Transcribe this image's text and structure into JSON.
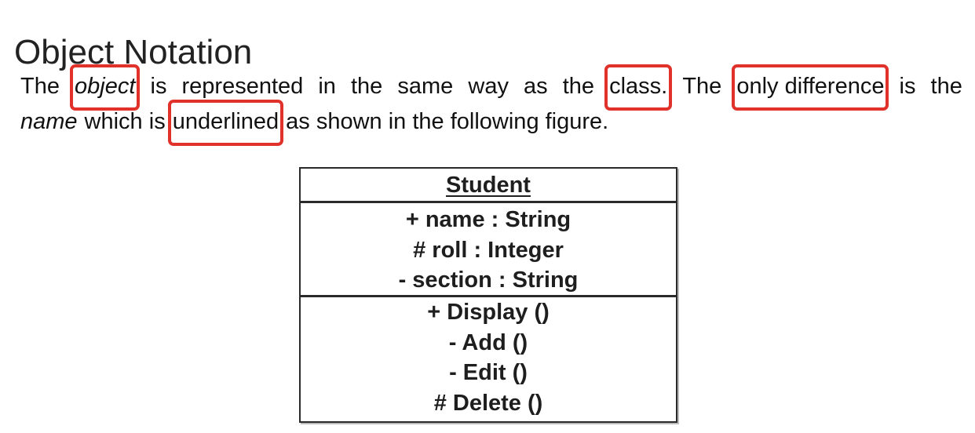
{
  "heading": "Object Notation",
  "paragraph": {
    "w1": "The",
    "w2": "object",
    "w3": "is",
    "w4": "represented",
    "w5": "in",
    "w6": "the",
    "w7": "same",
    "w8": "way",
    "w9": "as",
    "w10": "the",
    "w11": "class.",
    "w12": "The",
    "w13": "only difference",
    "w14": "is",
    "w15": "the",
    "l2_w1": "name",
    "l2_w2": "which is",
    "l2_w3": "underlined",
    "l2_w4": "as shown in the following figure."
  },
  "uml_object": {
    "name": "Student",
    "attributes": [
      "+ name : String",
      "# roll : Integer",
      "- section : String"
    ],
    "operations": [
      "+ Display ()",
      "- Add ()",
      "- Edit ()",
      "# Delete ()"
    ]
  },
  "highlight_color": "#e0312a"
}
